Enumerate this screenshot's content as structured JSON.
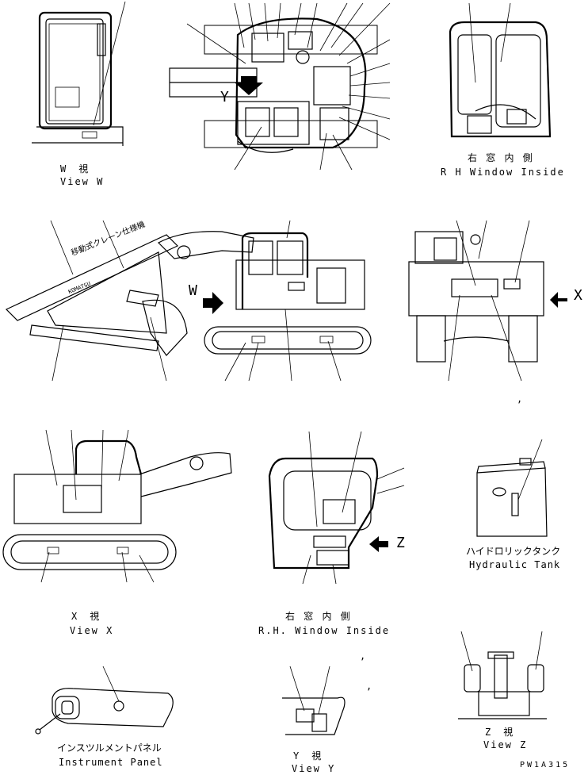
{
  "captions": {
    "view_w_jp": "W　視",
    "view_w_en": "View W",
    "rh_window_top_jp": "右 窓 内 側",
    "rh_window_top_en": "R H  Window Inside",
    "view_x_jp": "X　視",
    "view_x_en": "View X",
    "rh_window_mid_jp": "右 窓 内 側",
    "rh_window_mid_en": "R.H. Window Inside",
    "hydraulic_tank_jp": "ハイドロリックタンク",
    "hydraulic_tank_en": "Hydraulic Tank",
    "instrument_panel_jp": "インスツルメントパネル",
    "instrument_panel_en": "Instrument Panel",
    "view_y_jp": "Y　視",
    "view_y_en": "View Y",
    "view_z_jp": "Z　視",
    "view_z_en": "View Z"
  },
  "view_markers": {
    "w": "W",
    "x": "X",
    "y": "Y",
    "z": "Z"
  },
  "boom_decal": {
    "text_jp": "移動式クレーン仕様機",
    "small_text": "KOMATSU"
  },
  "commas": [
    ",",
    ",",
    ","
  ],
  "drawing_code": "PW1A315",
  "colors": {
    "line": "#000000",
    "background": "#ffffff",
    "fill": "#d8d8d8"
  }
}
